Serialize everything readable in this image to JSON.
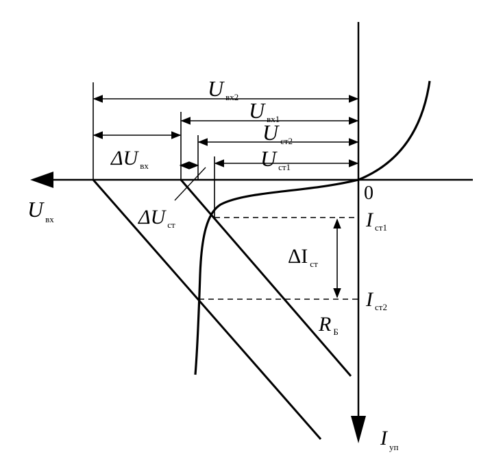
{
  "labels": {
    "u_vx2": "U",
    "u_vx2_sub": "вх2",
    "u_vx1": "U",
    "u_vx1_sub": "вх1",
    "u_st2": "U",
    "u_st2_sub": "ст2",
    "u_st1": "U",
    "u_st1_sub": "ст1",
    "delta_u_vx": "ΔU",
    "delta_u_vx_sub": "вх",
    "delta_u_st": "ΔU",
    "delta_u_st_sub": "ст",
    "u_axis": "U",
    "u_axis_sub": "вх",
    "origin": "0",
    "i_st1": "I",
    "i_st1_sub": "ст1",
    "delta_i_st": "ΔI",
    "delta_i_st_sub": "ст",
    "i_st2": "I",
    "i_st2_sub": "ст2",
    "r_b": "R",
    "r_b_sub": "Б",
    "i_axis": "I",
    "i_axis_sub": "уп"
  }
}
